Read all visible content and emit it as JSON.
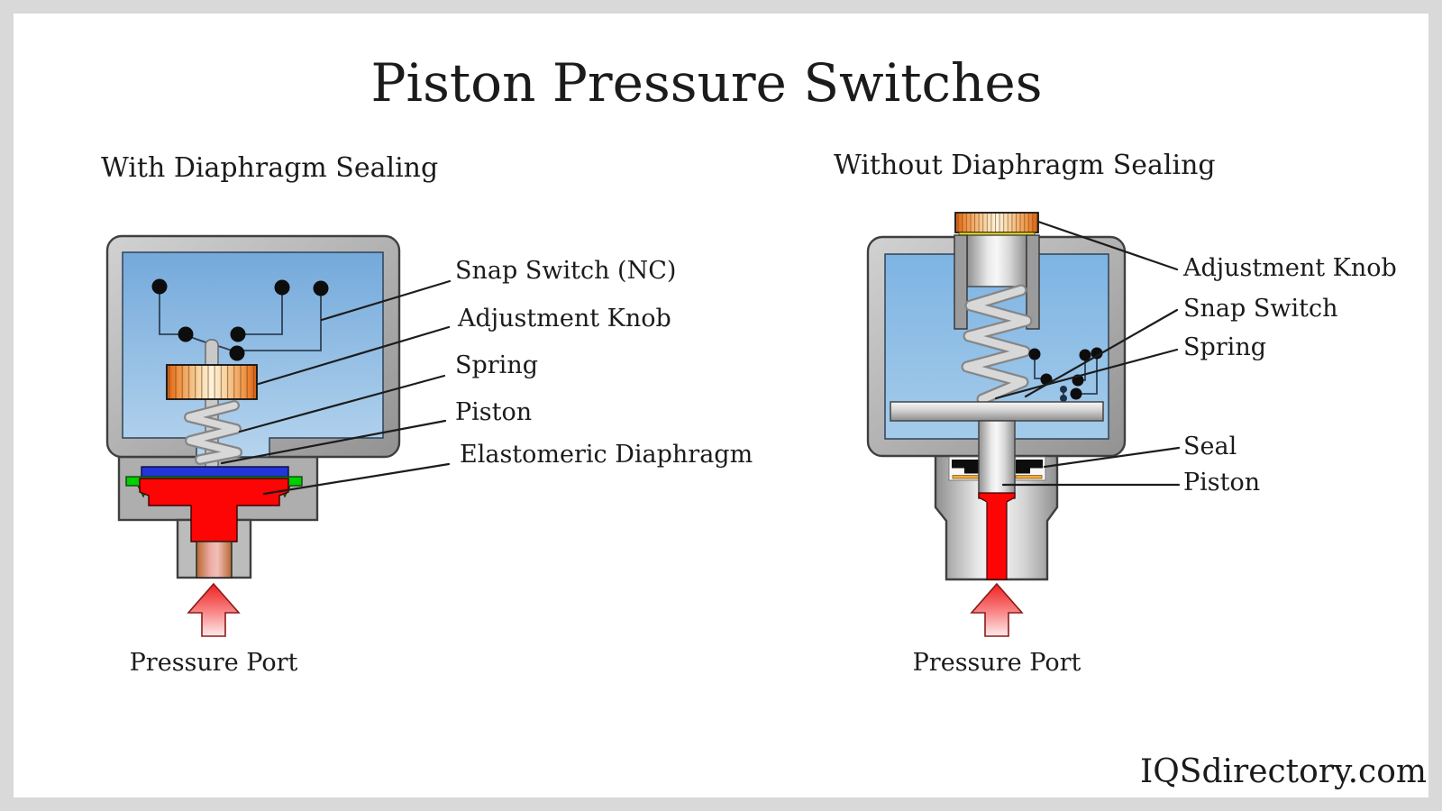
{
  "page": {
    "title": "Piston Pressure Switches",
    "watermark": "IQSdirectory.com"
  },
  "left_diagram": {
    "subtitle": "With Diaphragm Sealing",
    "labels": {
      "snap_switch": "Snap Switch (NC)",
      "adjustment_knob": "Adjustment Knob",
      "spring": "Spring",
      "piston": "Piston",
      "elastomeric_diaphragm": "Elastomeric Diaphragm",
      "pressure_port": "Pressure Port"
    }
  },
  "right_diagram": {
    "subtitle": "Without Diaphragm Sealing",
    "labels": {
      "adjustment_knob": "Adjustment Knob",
      "snap_switch": "Snap Switch",
      "spring": "Spring",
      "seal": "Seal",
      "piston": "Piston",
      "pressure_port": "Pressure Port"
    }
  },
  "colors": {
    "page_border": "#d9d9d9",
    "background": "#ffffff",
    "housing_gray": "#b2b2b2",
    "chamber_blue_top": "#74a9db",
    "chamber_blue_bottom": "#b2d2ec",
    "knob_orange": "#e2661b",
    "knob_cream": "#fdf3dd",
    "knob_yellow_ring": "#f0e020",
    "spring_gray": "#d6d6d6",
    "piston_red": "#fe0505",
    "diaphragm_green": "#00cf00",
    "retainer_blue": "#2135d8",
    "port_pink": "#efb0ac",
    "seal_black": "#0d0d0d",
    "seal_orange": "#f2a93b",
    "arrow_red": "#ee2222",
    "wire_dark_blue": "#2e4156"
  }
}
